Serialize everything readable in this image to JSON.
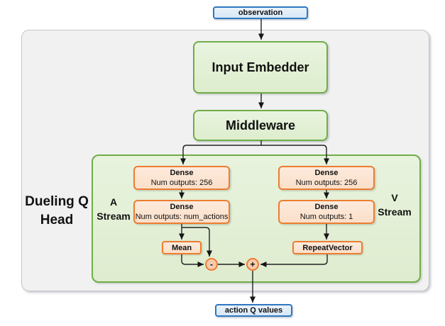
{
  "io": {
    "observation": "observation",
    "action_q_values": "action Q values"
  },
  "blocks": {
    "input_embedder": "Input Embedder",
    "middleware": "Middleware"
  },
  "dueling_head": {
    "label": [
      "Dueling Q",
      "Head"
    ],
    "a_stream_label": [
      "A",
      "Stream"
    ],
    "v_stream_label": [
      "V",
      "Stream"
    ],
    "a_dense_1": {
      "name": "Dense",
      "detail": "Num outputs: 256"
    },
    "a_dense_2": {
      "name": "Dense",
      "detail": "Num outputs: num_actions"
    },
    "v_dense_1": {
      "name": "Dense",
      "detail": "Num outputs: 256"
    },
    "v_dense_2": {
      "name": "Dense",
      "detail": "Num outputs: 1"
    },
    "mean": "Mean",
    "repeat_vector": "RepeatVector",
    "subtract_op": "-",
    "add_op": "+"
  },
  "colors": {
    "orange_border": "#ed7d31",
    "orange_fill": "#fbe5d6",
    "op_circle_fill": "#f8cbad",
    "green_border": "#70ad47",
    "green_fill": "#e2efda",
    "blue_border": "#2e78c2",
    "blue_fill": "#dce9f7",
    "outer_container_fill": "#f1f1f2"
  }
}
